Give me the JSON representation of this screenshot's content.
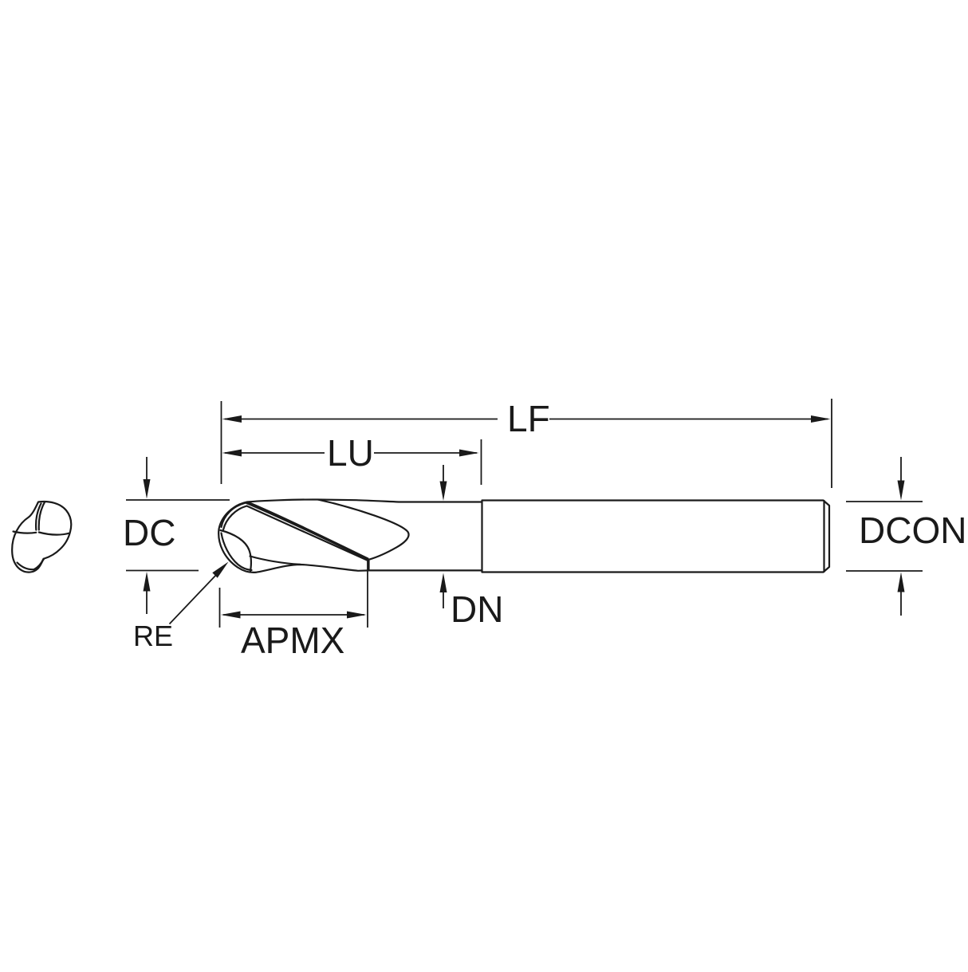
{
  "diagram": {
    "type": "technical-dimension-drawing",
    "subject": "ball nose end mill, side view with end view",
    "background_color": "#ffffff",
    "line_color": "#1a1a1a",
    "labels": {
      "lf": "LF",
      "lu": "LU",
      "dc": "DC",
      "dcon": "DCON",
      "dn": "DN",
      "re": "RE",
      "apmx": "APMX"
    }
  }
}
